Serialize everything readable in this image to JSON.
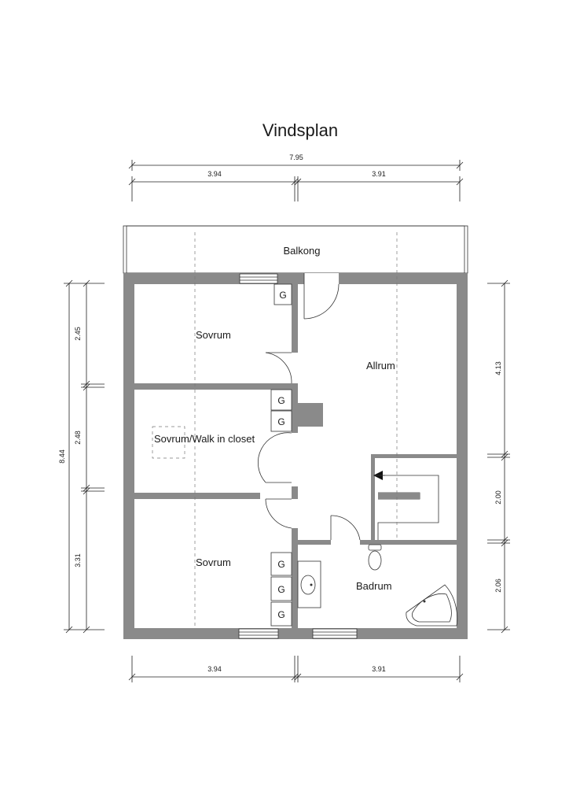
{
  "title": "Vindsplan",
  "dimensions": {
    "top_total": "7.95",
    "top_left": "3.94",
    "top_right": "3.91",
    "bottom_left": "3.94",
    "bottom_right": "3.91",
    "left_total": "8.44",
    "left_top": "2.45",
    "left_mid": "2.48",
    "left_bottom": "3.31",
    "right_top": "4.13",
    "right_mid": "2.00",
    "right_bottom": "2.06"
  },
  "rooms": {
    "balcony": "Balkong",
    "bedroom_top": "Sovrum",
    "closet": "Sovrum/Walk in closet",
    "bedroom_bottom": "Sovrum",
    "living": "Allrum",
    "bathroom": "Badrum"
  },
  "wardrobe_label": "G"
}
